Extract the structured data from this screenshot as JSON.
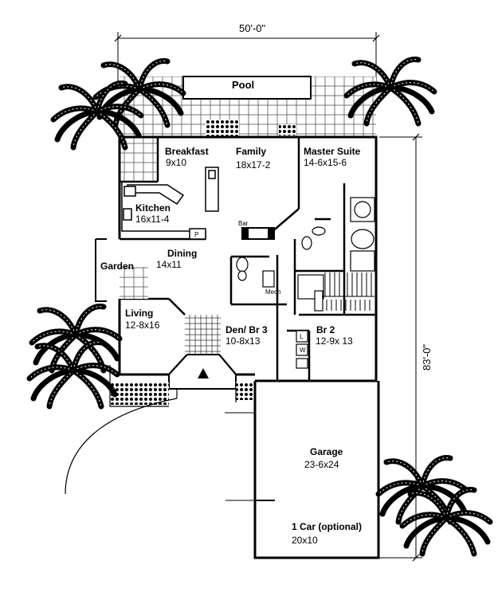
{
  "dimensions": {
    "width": "50'-0\"",
    "depth": "83'-0\""
  },
  "rooms": {
    "pool": {
      "name": "Pool"
    },
    "breakfast": {
      "name": "Breakfast",
      "size": "9x10"
    },
    "family": {
      "name": "Family",
      "size": "18x17-2"
    },
    "master_suite": {
      "name": "Master Suite",
      "size": "14-6x15-6"
    },
    "kitchen": {
      "name": "Kitchen",
      "size": "16x11-4"
    },
    "dining": {
      "name": "Dining",
      "size": "14x11"
    },
    "garden": {
      "name": "Garden"
    },
    "living": {
      "name": "Living",
      "size": "12-8x16"
    },
    "den": {
      "name": "Den/ Br 3",
      "size": "10-8x13"
    },
    "br2": {
      "name": "Br 2",
      "size": "12-9x 13"
    },
    "garage": {
      "name": "Garage",
      "size": "23-6x24"
    },
    "one_car": {
      "name": "1 Car (optional)",
      "size": "20x10"
    }
  },
  "fixtures": {
    "bar": "Bar",
    "mech": "Mech",
    "pantry": "P",
    "laundry": "L",
    "washer": "W"
  }
}
